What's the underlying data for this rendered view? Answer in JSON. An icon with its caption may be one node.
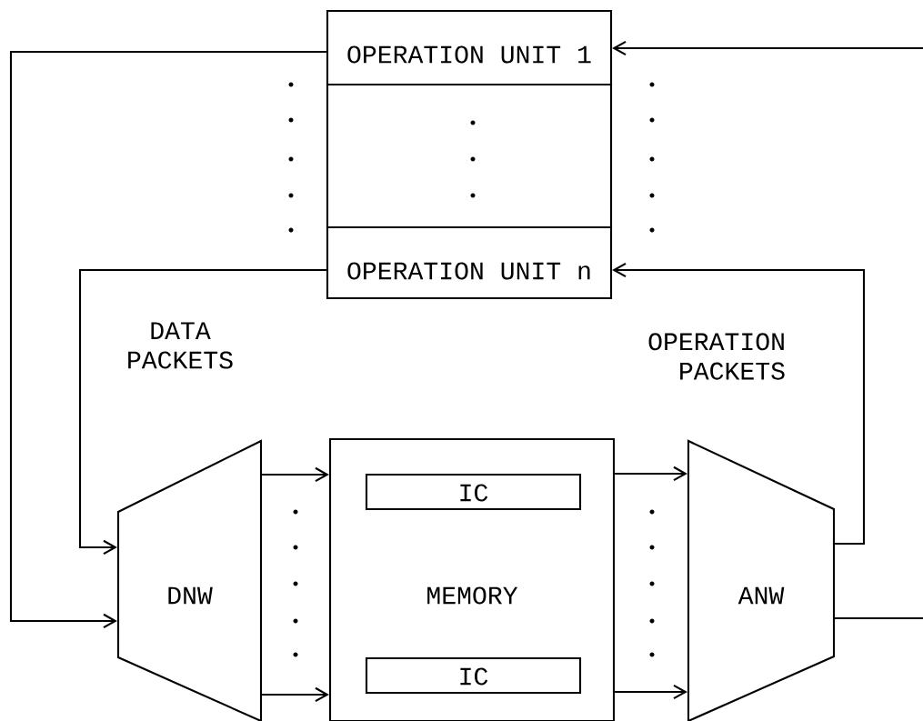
{
  "diagram": {
    "nodes": [
      {
        "text": [
          "OPERATION UNIT 1"
        ]
      },
      {
        "text": [],
        "shape": "box"
      },
      {
        "text": [
          "OPERATION UNIT n"
        ]
      },
      {
        "text": [
          "DNW"
        ]
      },
      {
        "text": [
          "MEMORY"
        ]
      },
      {
        "text": [
          "IC"
        ],
        "in": 4
      },
      {
        "text": [
          "IC"
        ],
        "in": 4
      },
      {
        "text": [
          "ANW"
        ]
      }
    ],
    "edges": [
      {
        "from": 0,
        "to": 3,
        "arrow": "to"
      },
      {
        "from": 2,
        "to": 3,
        "arrow": "to"
      },
      {
        "from": 3,
        "to": 4,
        "arrow": "to"
      },
      {
        "from": 3,
        "to": 4,
        "arrow": "to"
      },
      {
        "from": 4,
        "to": 7,
        "arrow": "to"
      },
      {
        "from": 4,
        "to": 7,
        "arrow": "to"
      },
      {
        "from": 7,
        "to": 2,
        "arrow": "to"
      },
      {
        "from": 7,
        "to": null,
        "arrow": "none"
      },
      {
        "from": null,
        "to": 0,
        "arrow": "to"
      }
    ],
    "labels": [
      "DATA PACKETS",
      "OPERATION PACKETS"
    ]
  }
}
